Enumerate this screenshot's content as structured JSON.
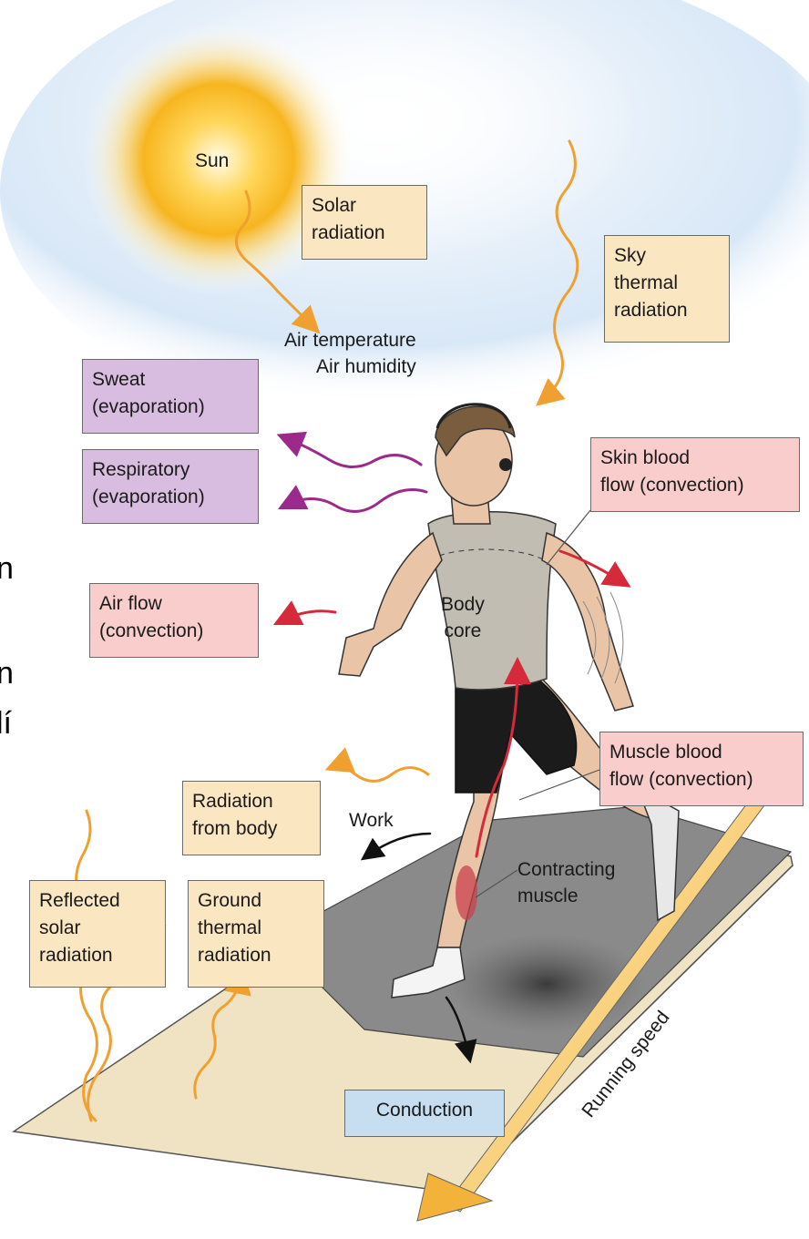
{
  "labels": {
    "sun": "Sun",
    "solar_radiation": "Solar\nradiation",
    "sky_thermal_radiation": "Sky\nthermal\nradiation",
    "air_conditions": "Air temperature\nAir humidity",
    "sweat": "Sweat\n(evaporation)",
    "respiratory": "Respiratory\n(evaporation)",
    "skin_blood_flow": "Skin blood\nflow (convection)",
    "air_flow": "Air flow\n(convection)",
    "body_core": "Body\ncore",
    "muscle_blood_flow": "Muscle blood\nflow (convection)",
    "radiation_from_body": "Radiation\nfrom body",
    "work": "Work",
    "contracting_muscle": "Contracting\nmuscle",
    "reflected_solar_radiation": "Reflected\nsolar\nradiation",
    "ground_thermal_radiation": "Ground\nthermal\nradiation",
    "conduction": "Conduction",
    "running_speed": "Running speed"
  },
  "edge_text": [
    "n",
    "n",
    "lí"
  ],
  "colors": {
    "radiation_box": "#fbe6c2",
    "evaporation_box": "#d9bde0",
    "convection_box": "#f8cdcb",
    "conduction_box": "#c7ddf0",
    "radiation_arrow": "#f0a030",
    "evaporation_arrow": "#9b2a8c",
    "convection_arrow": "#d42a3a"
  }
}
